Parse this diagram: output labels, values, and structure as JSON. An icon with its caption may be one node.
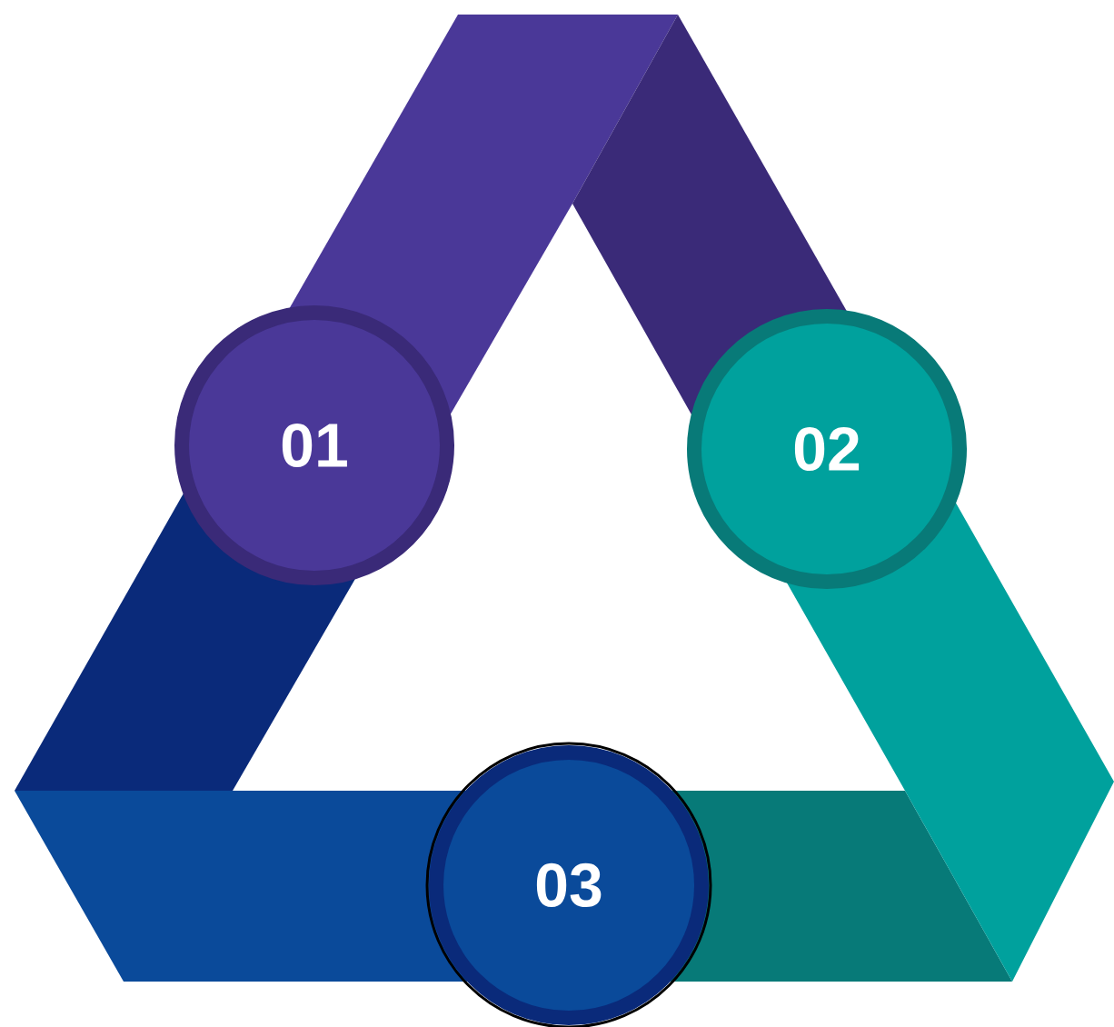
{
  "diagram": {
    "nodes": [
      {
        "text": [
          "01"
        ]
      },
      {
        "text": [
          "02"
        ]
      },
      {
        "text": [
          "03"
        ]
      }
    ]
  }
}
